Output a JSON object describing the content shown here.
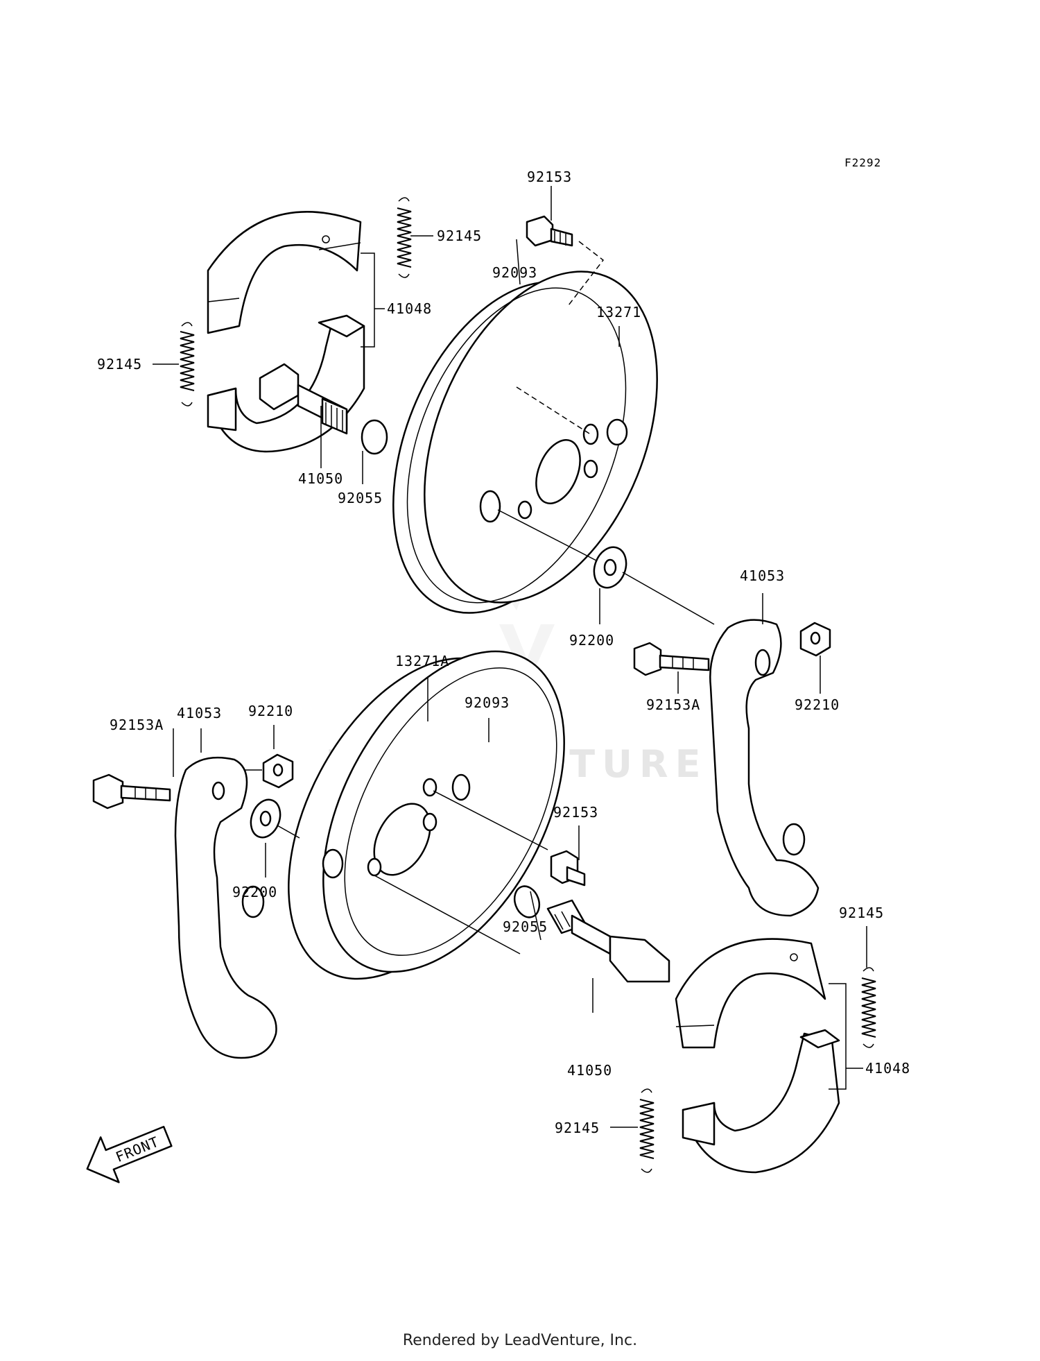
{
  "ref_code": "F2292",
  "watermark": "LEADVENTURE",
  "footer": "Rendered by LeadVenture, Inc.",
  "front_label": "FRONT",
  "callouts": {
    "c1": "92153",
    "c2": "92145",
    "c3": "92093",
    "c4": "13271",
    "c5": "41048",
    "c6": "92145",
    "c7": "41050",
    "c8": "92055",
    "c9": "41053",
    "c10": "92200",
    "c11": "92153A",
    "c12": "92210",
    "c13": "13271A",
    "c14": "92093",
    "c15": "92153A",
    "c16": "41053",
    "c17": "92210",
    "c18": "92200",
    "c19": "92153",
    "c20": "92055",
    "c21": "92145",
    "c22": "41048",
    "c23": "41050",
    "c24": "92145"
  }
}
